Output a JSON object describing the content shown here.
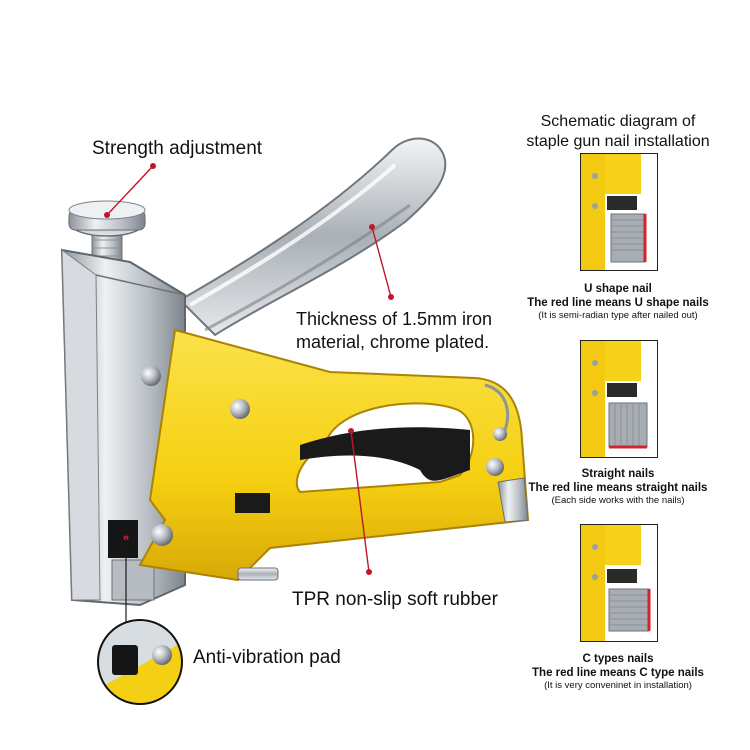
{
  "callouts": {
    "strength": "Strength adjustment",
    "thickness_line1": "Thickness of 1.5mm iron",
    "thickness_line2": "material, chrome plated.",
    "tpr": "TPR non-slip soft rubber",
    "anti_vibration": "Anti-vibration pad"
  },
  "schematic": {
    "title_line1": "Schematic diagram of",
    "title_line2": "staple gun nail installation",
    "panels": [
      {
        "name": "U shape nail",
        "desc": "The red line means U shape nails",
        "note": "(It is semi-radian type after nailed out)"
      },
      {
        "name": "Straight nails",
        "desc": "The red line means straight nails",
        "note": "(Each side works with the nails)"
      },
      {
        "name": "C types nails",
        "desc": "The red line means C type nails",
        "note": "(It is very conveninet in installation)"
      }
    ]
  },
  "colors": {
    "yellow": "#f7d417",
    "chrome": "#c8cdd2",
    "callout_red": "#c0172c",
    "rubber": "#1a1a1a"
  }
}
